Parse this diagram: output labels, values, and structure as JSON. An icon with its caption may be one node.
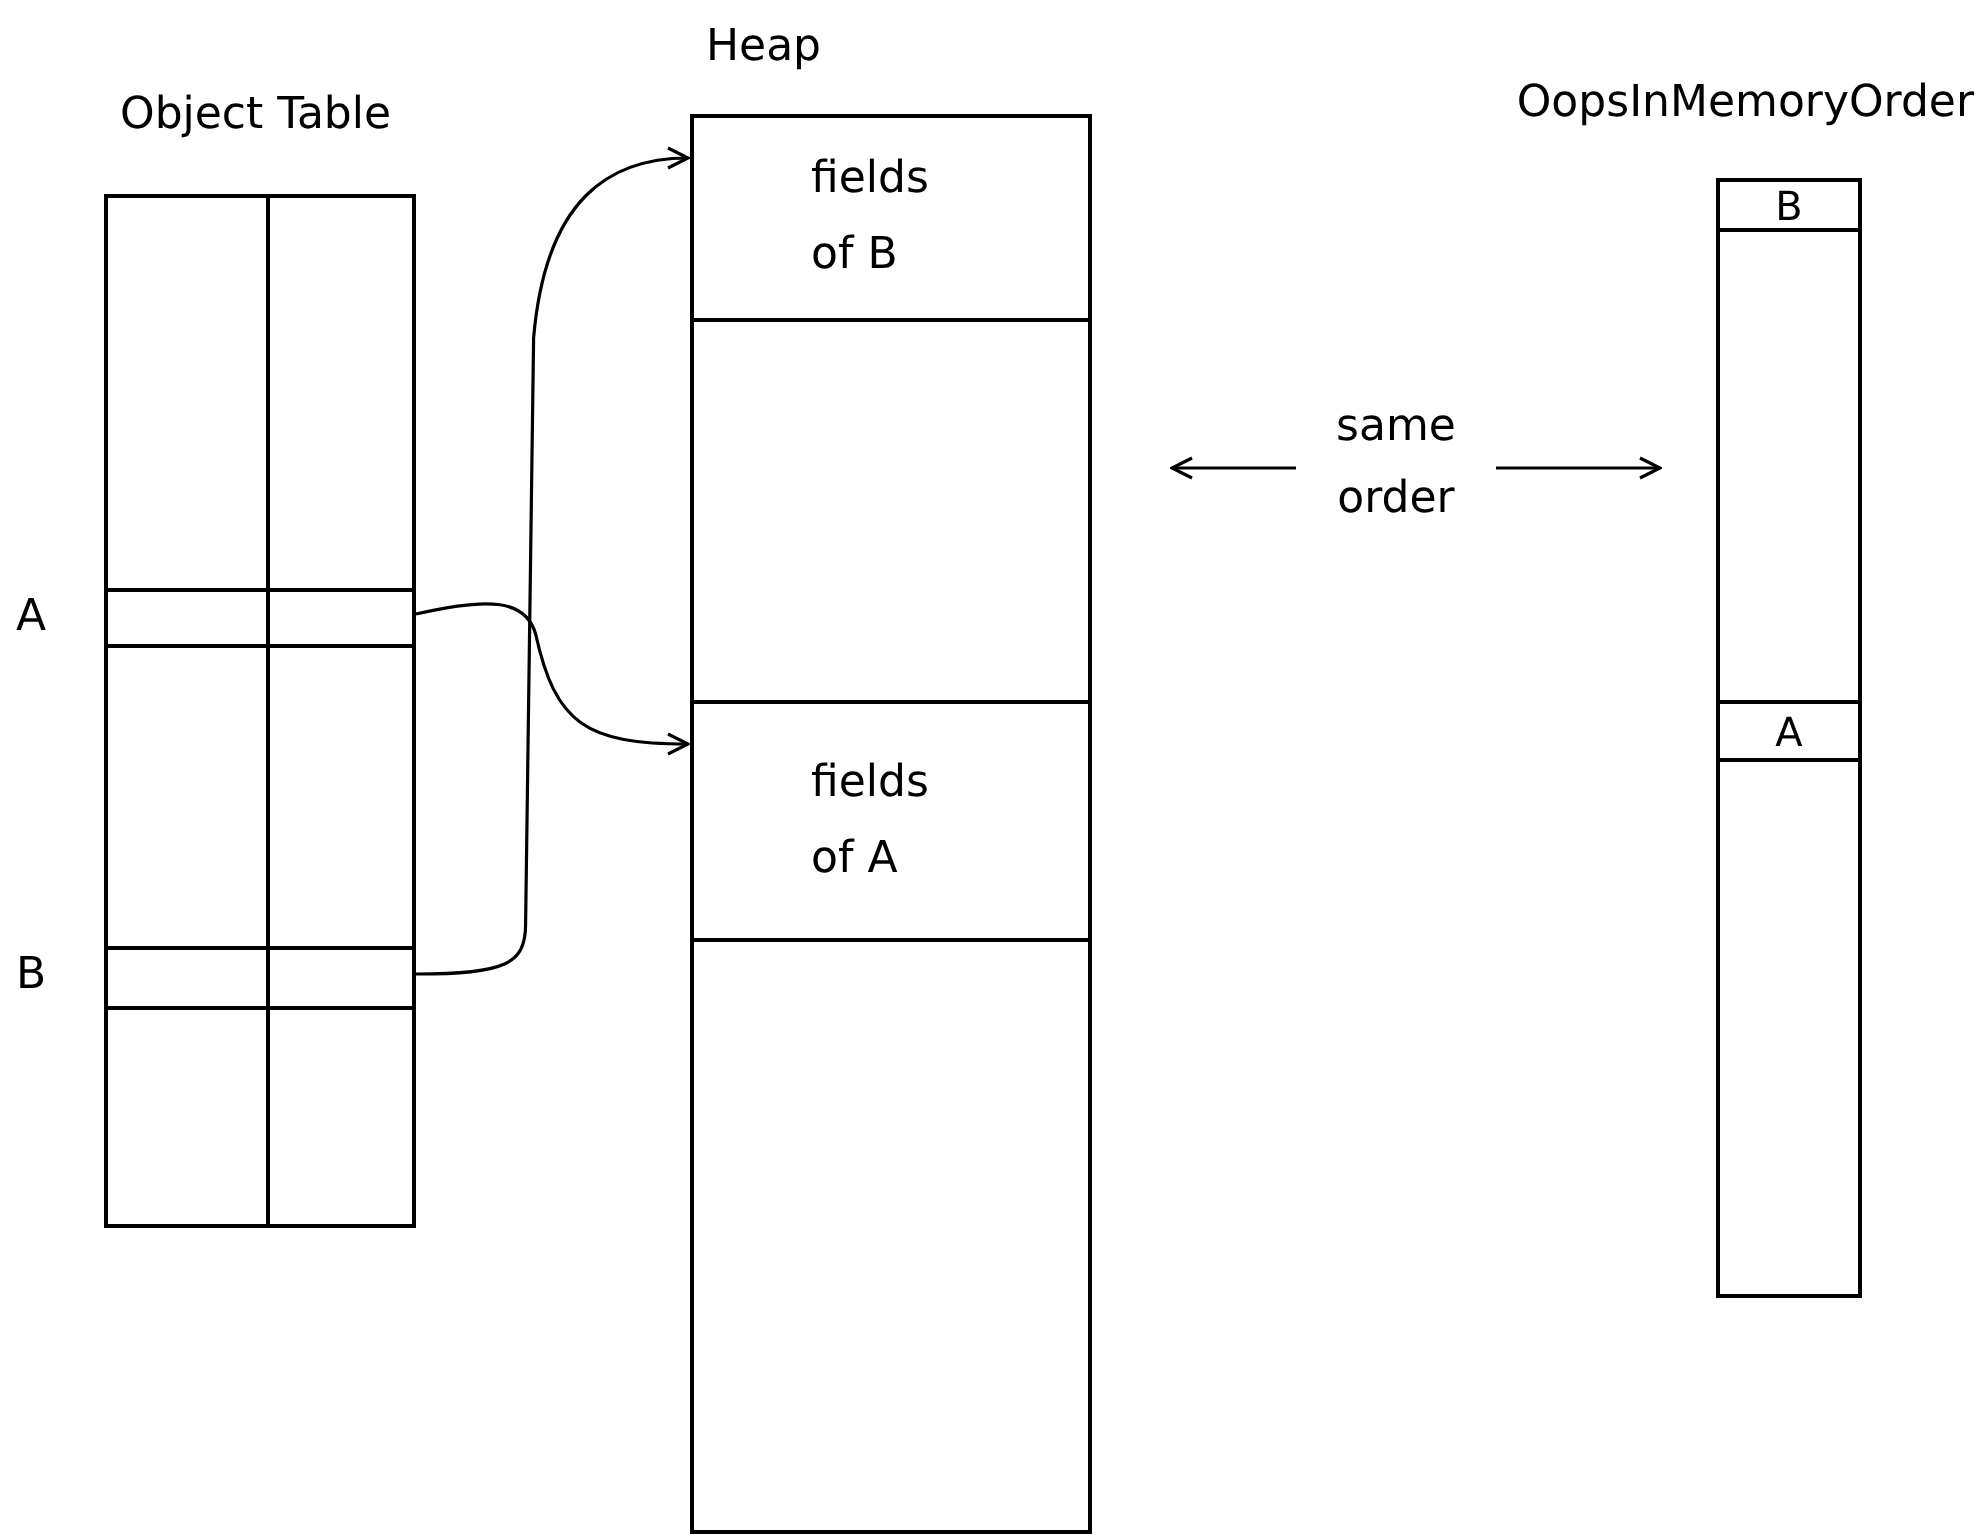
{
  "diagram": {
    "nodes": [
      {
        "text": [
          "Object Table"
        ]
      },
      {
        "text": [],
        "shape": "box",
        "in": 0,
        "beside": [
          "A"
        ]
      },
      {
        "text": [],
        "shape": "box",
        "in": 0,
        "beside": [
          "B"
        ]
      },
      {
        "text": [
          "Heap"
        ]
      },
      {
        "text": [
          "fields of B"
        ],
        "in": 3
      },
      {
        "text": [
          "fields of A"
        ],
        "in": 3
      },
      {
        "text": [
          "same order"
        ]
      },
      {
        "text": [
          "OopsInMemoryOrder"
        ]
      },
      {
        "text": [
          "B"
        ],
        "in": 7
      },
      {
        "text": [
          "A"
        ],
        "in": 7
      }
    ],
    "edges": [
      {
        "from": 1,
        "to": 5,
        "arrow": "to"
      },
      {
        "from": 2,
        "to": 4,
        "arrow": "to"
      },
      {
        "from": 6,
        "to": null,
        "arrow": "to"
      },
      {
        "from": 6,
        "to": null,
        "arrow": "to"
      }
    ]
  }
}
